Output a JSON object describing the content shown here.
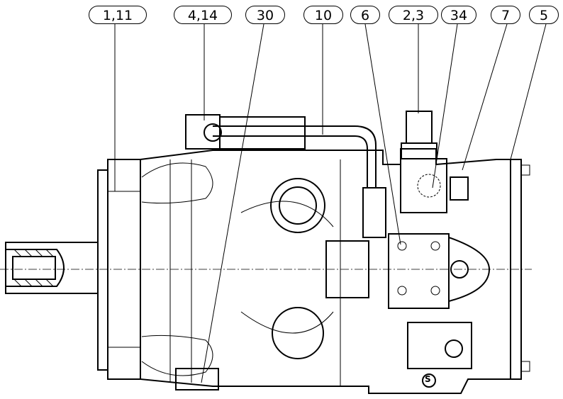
{
  "drawing": {
    "callouts": [
      {
        "id": "1,11"
      },
      {
        "id": "4,14"
      },
      {
        "id": "30"
      },
      {
        "id": "10"
      },
      {
        "id": "6"
      },
      {
        "id": "2,3"
      },
      {
        "id": "34"
      },
      {
        "id": "7"
      },
      {
        "id": "5"
      }
    ],
    "port_mark": "S",
    "colors": {
      "line": "#000000",
      "watermark": "#e6e6e6"
    }
  }
}
